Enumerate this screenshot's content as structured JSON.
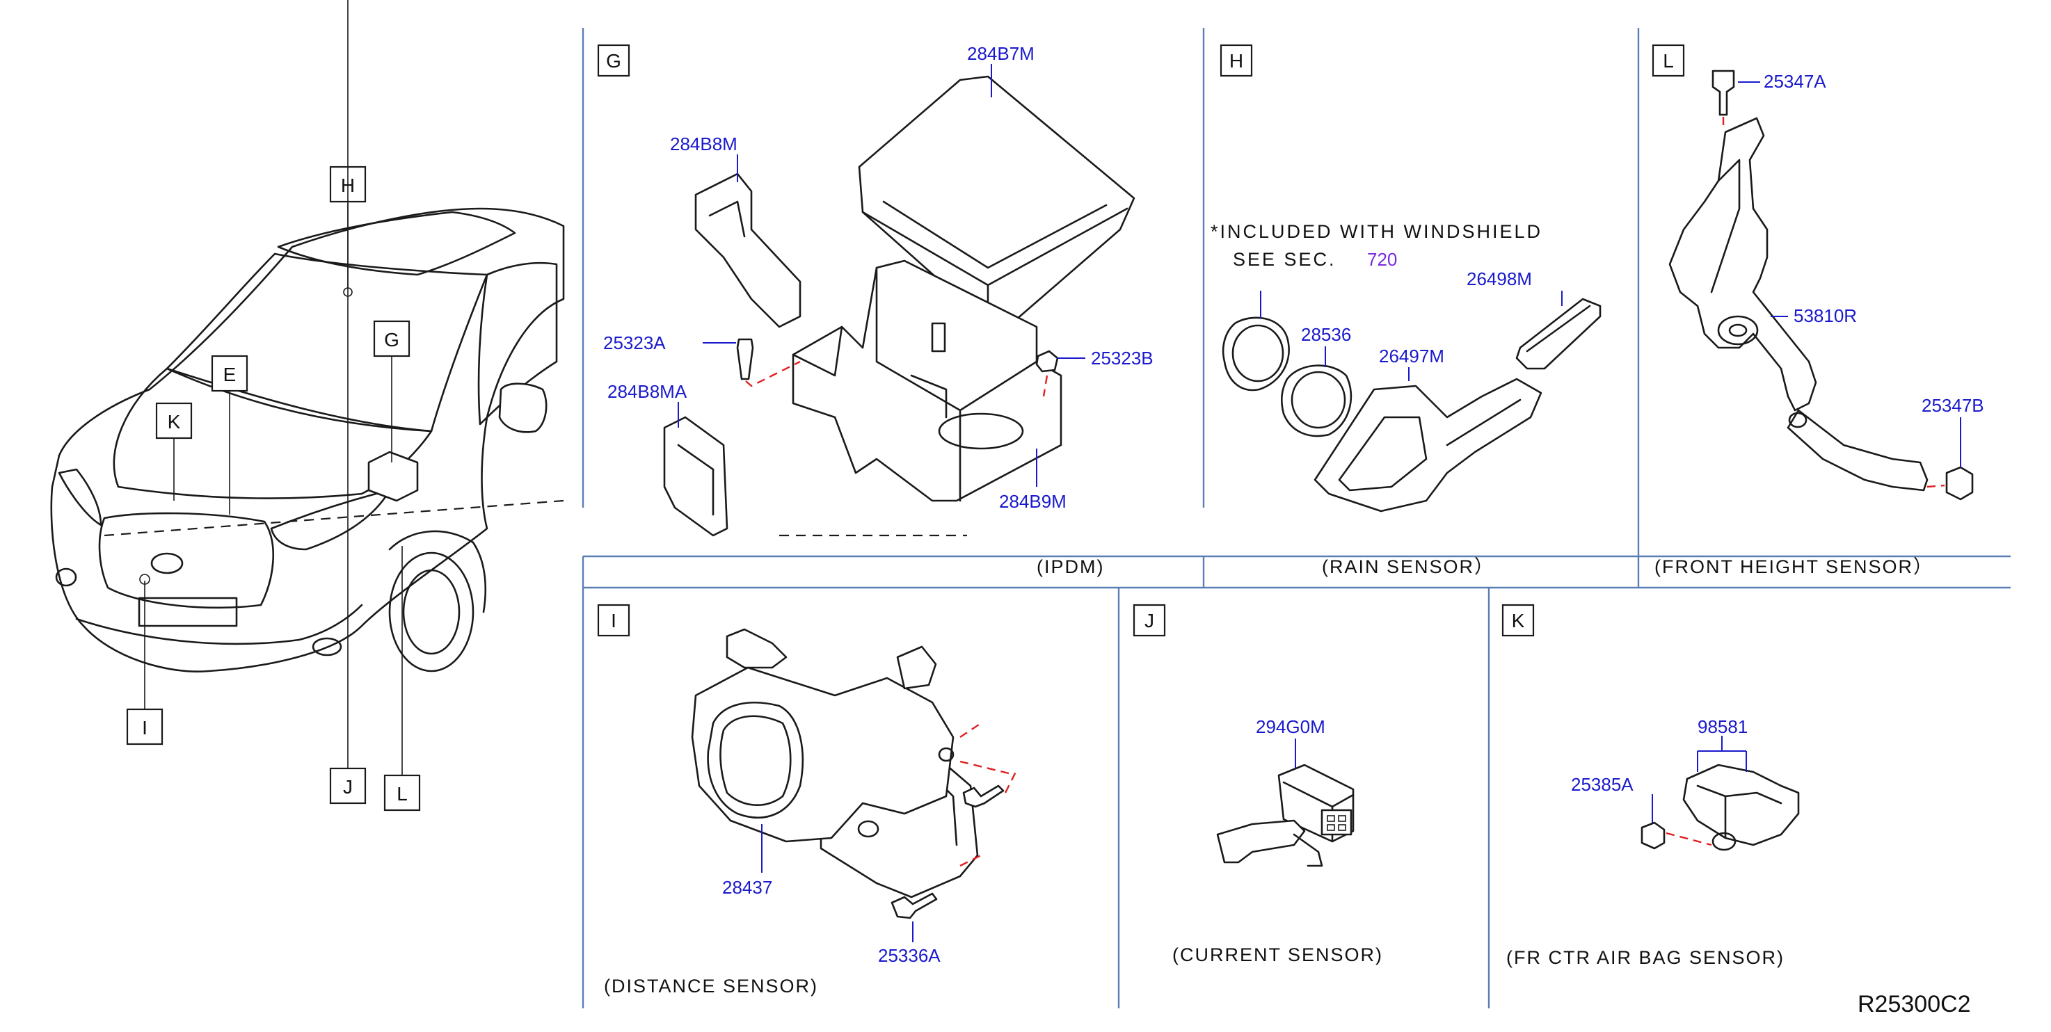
{
  "diagram_code": "R25300C2",
  "vehicle_callouts": [
    "H",
    "G",
    "E",
    "K",
    "I",
    "J",
    "L"
  ],
  "sections": {
    "G": {
      "label": "G",
      "caption": "(IPDM)",
      "parts": [
        "284B7M",
        "284B8M",
        "25323A",
        "25323B",
        "284B8MA",
        "284B9M"
      ]
    },
    "H": {
      "label": "H",
      "caption": "(RAIN SENSOR）",
      "note_line1": "*INCLUDED WITH WINDSHIELD",
      "note_line2": "SEE SEC.",
      "note_ref": "720",
      "parts": [
        "28536",
        "26497M",
        "26498M"
      ]
    },
    "L": {
      "label": "L",
      "caption": "(FRONT HEIGHT SENSOR）",
      "parts": [
        "25347A",
        "53810R",
        "25347B"
      ]
    },
    "I": {
      "label": "I",
      "caption": "(DISTANCE SENSOR)",
      "parts": [
        "28437",
        "25336A"
      ]
    },
    "J": {
      "label": "J",
      "caption": "(CURRENT SENSOR)",
      "parts": [
        "294G0M"
      ]
    },
    "K": {
      "label": "K",
      "caption": "(FR CTR AIR BAG SENSOR)",
      "parts": [
        "98581",
        "25385A"
      ]
    }
  }
}
